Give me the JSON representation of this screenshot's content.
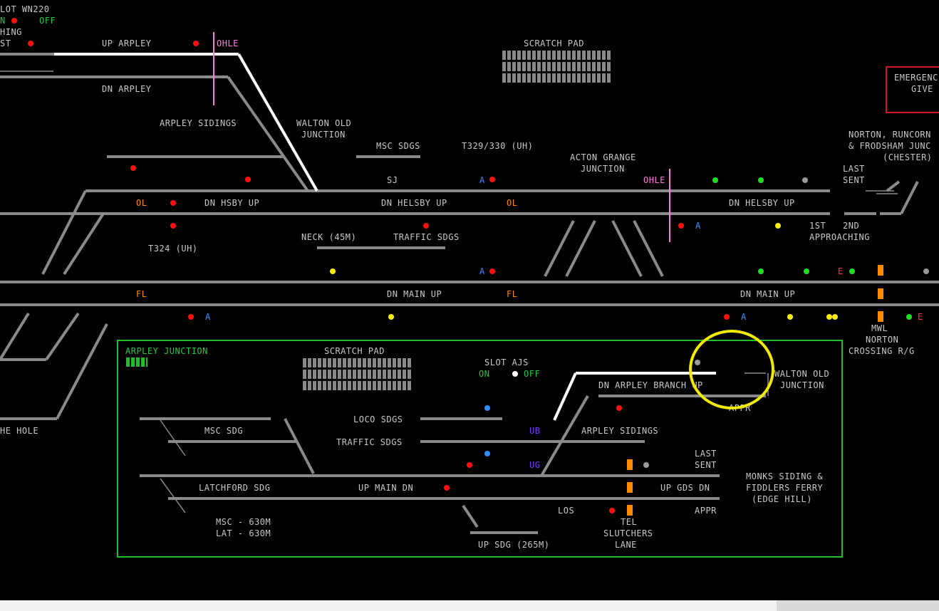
{
  "header": {
    "slot_label": "LOT WN220",
    "on_label": "N",
    "off_label": "OFF",
    "hing_label": "HING",
    "st_label": "ST"
  },
  "top": {
    "up_arpley": "UP ARPLEY",
    "dn_arpley": "DN ARPLEY",
    "ohle1": "OHLE",
    "ohle2": "OHLE",
    "scratch_pad": "SCRATCH PAD",
    "emergency_1": "EMERGENC",
    "emergency_2": "GIVE",
    "arpley_sidings": "ARPLEY SIDINGS",
    "walton_old_1": "WALTON OLD",
    "walton_old_2": "JUNCTION",
    "msc_sdgs": "MSC SDGS",
    "t329": "T329/330 (UH)",
    "acton_1": "ACTON GRANGE",
    "acton_2": "JUNCTION",
    "norton_1": "NORTON, RUNCORN",
    "norton_2": "& FRODSHAM JUNC",
    "norton_3": "(CHESTER)",
    "sj": "SJ",
    "last": "LAST",
    "sent": "SENT",
    "ol1": "OL",
    "ol2": "OL",
    "dn_hsby_up": "DN HSBY UP",
    "dn_helsby_up_1": "DN HELSBY UP",
    "dn_helsby_up_2": "DN HELSBY UP",
    "first": "1ST",
    "second": "2ND",
    "approaching": "APPROACHING",
    "neck": "NECK (45M)",
    "traffic_sdgs": "TRAFFIC SDGS",
    "t324": "T324 (UH)",
    "fl1": "FL",
    "fl2": "FL",
    "dn_main_up_1": "DN MAIN UP",
    "dn_main_up_2": "DN MAIN UP",
    "mwl_1": "MWL",
    "mwl_2": "NORTON",
    "mwl_3": "CROSSING R/G",
    "hole": "HE HOLE",
    "a_label": "A",
    "e_label": "E"
  },
  "arpley": {
    "title": "ARPLEY JUNCTION",
    "scratch_pad": "SCRATCH PAD",
    "slot": "SLOT AJS",
    "on": "ON",
    "off": "OFF",
    "walton_1": "WALTON OLD",
    "walton_2": "JUNCTION",
    "dn_arpley_branch_up": "DN ARPLEY BRANCH UP",
    "appr_top": "APPR",
    "msc_sdg": "MSC SDG",
    "loco_sdgs": "LOCO SDGS",
    "traffic_sdgs": "TRAFFIC SDGS",
    "ub": "UB",
    "ug": "UG",
    "arpley_sidings": "ARPLEY SIDINGS",
    "last": "LAST",
    "sent": "SENT",
    "monks_1": "MONKS SIDING &",
    "monks_2": "FIDDLERS FERRY",
    "monks_3": "(EDGE HILL)",
    "latchford": "LATCHFORD SDG",
    "up_main_dn": "UP MAIN DN",
    "up_gds_dn": "UP GDS DN",
    "appr": "APPR",
    "los": "LOS",
    "tel_1": "TEL",
    "tel_2": "SLUTCHERS",
    "tel_3": "LANE",
    "msc_len": "MSC - 630M",
    "lat_len": "LAT - 630M",
    "up_sdg": "UP SDG (265M)"
  },
  "colors": {
    "track": "#8a8a8a",
    "route": "#ffffff",
    "red": "#ff1010",
    "green": "#22dd22",
    "yellow": "#ffee00",
    "blue": "#2f8fff",
    "grey": "#9a9a9a",
    "frame": "#1fbf2a",
    "marker": "#f2ea00"
  }
}
